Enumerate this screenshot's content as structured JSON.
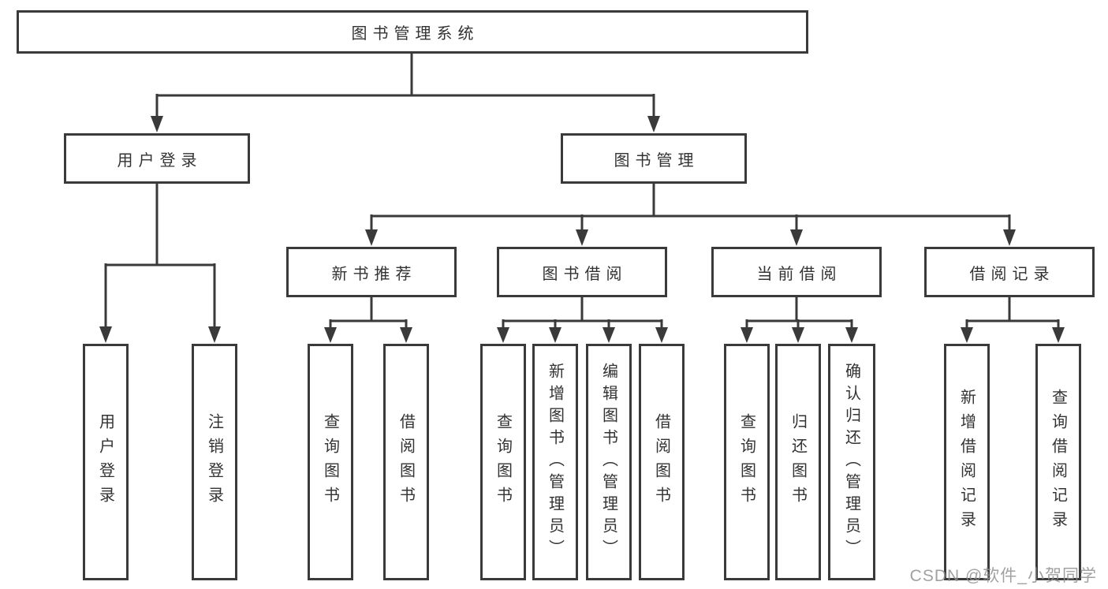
{
  "diagram_title": "图书管理系统",
  "tree": {
    "label": "图书管理系统",
    "children": [
      {
        "label": "用户登录",
        "children": [
          {
            "label": "用户登录"
          },
          {
            "label": "注销登录"
          }
        ]
      },
      {
        "label": "图书管理",
        "children": [
          {
            "label": "新书推荐",
            "children": [
              {
                "label": "查询图书"
              },
              {
                "label": "借阅图书"
              }
            ]
          },
          {
            "label": "图书借阅",
            "children": [
              {
                "label": "查询图书"
              },
              {
                "label": "新增图书（管理员）"
              },
              {
                "label": "编辑图书（管理员）"
              },
              {
                "label": "借阅图书"
              }
            ]
          },
          {
            "label": "当前借阅",
            "children": [
              {
                "label": "查询图书"
              },
              {
                "label": "归还图书"
              },
              {
                "label": "确认归还（管理员）"
              }
            ]
          },
          {
            "label": "借阅记录",
            "children": [
              {
                "label": "新增借阅记录"
              },
              {
                "label": "查询借阅记录"
              }
            ]
          }
        ]
      }
    ]
  },
  "colors": {
    "line": "#3a3a3a",
    "text": "#333333",
    "background": "#ffffff",
    "watermark": "#919191"
  },
  "watermark": {
    "text": "CSDN @软件_小贺同学"
  }
}
